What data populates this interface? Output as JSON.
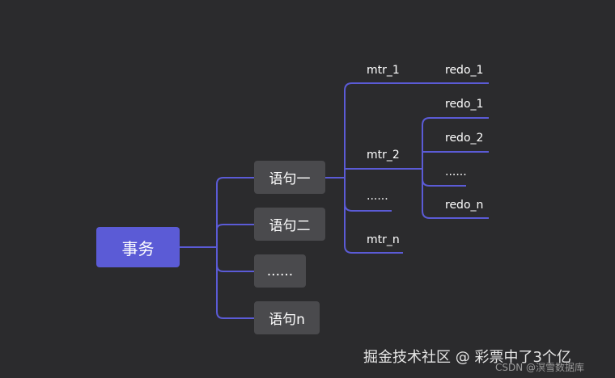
{
  "diagram": {
    "root": {
      "label": "事务"
    },
    "statements": [
      {
        "label": "语句一"
      },
      {
        "label": "语句二"
      },
      {
        "label": "......"
      },
      {
        "label": "语句n"
      }
    ],
    "mtrs": [
      {
        "label": "mtr_1"
      },
      {
        "label": "mtr_2"
      },
      {
        "label": "......"
      },
      {
        "label": "mtr_n"
      }
    ],
    "redos_mtr1": [
      {
        "label": "redo_1"
      }
    ],
    "redos_mtr2": [
      {
        "label": "redo_1"
      },
      {
        "label": "redo_2"
      },
      {
        "label": "......"
      },
      {
        "label": "redo_n"
      }
    ],
    "colors": {
      "line": "#5b5bd6",
      "root_fill": "#5b5bd6",
      "node_fill": "#4a4a4d",
      "background": "#2b2b2d"
    }
  },
  "watermark": {
    "main": "掘金技术社区 @ 彩票中了3个亿",
    "sub": "CSDN @溟雪数据库"
  }
}
